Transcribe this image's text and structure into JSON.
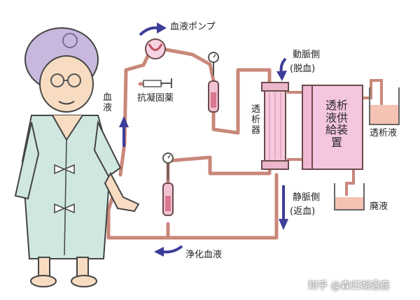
{
  "labels": {
    "blood_pump": "血液ポンプ",
    "anticoagulant": "抗凝固薬",
    "blood": "血液",
    "dialyzer": "透析器",
    "arterial_side": "動脈側",
    "arterial_sub": "(脱血)",
    "supply_device": "透析液供給装置",
    "dialysate": "透析液",
    "waste": "廃液",
    "venous_side": "静脈側",
    "venous_sub": "(返血)",
    "purified_blood": "浄化血液"
  },
  "watermark": "知乎 @森归湖遇鹿",
  "colors": {
    "tube": "#c9877a",
    "arrow": "#3d3d99",
    "machine": "#f4c6e0",
    "dialyzer": "#f5c8dd",
    "robe": "#cfe7e0",
    "hair": "#c9b8de",
    "dialysate_fill": "#f4c3b3"
  }
}
